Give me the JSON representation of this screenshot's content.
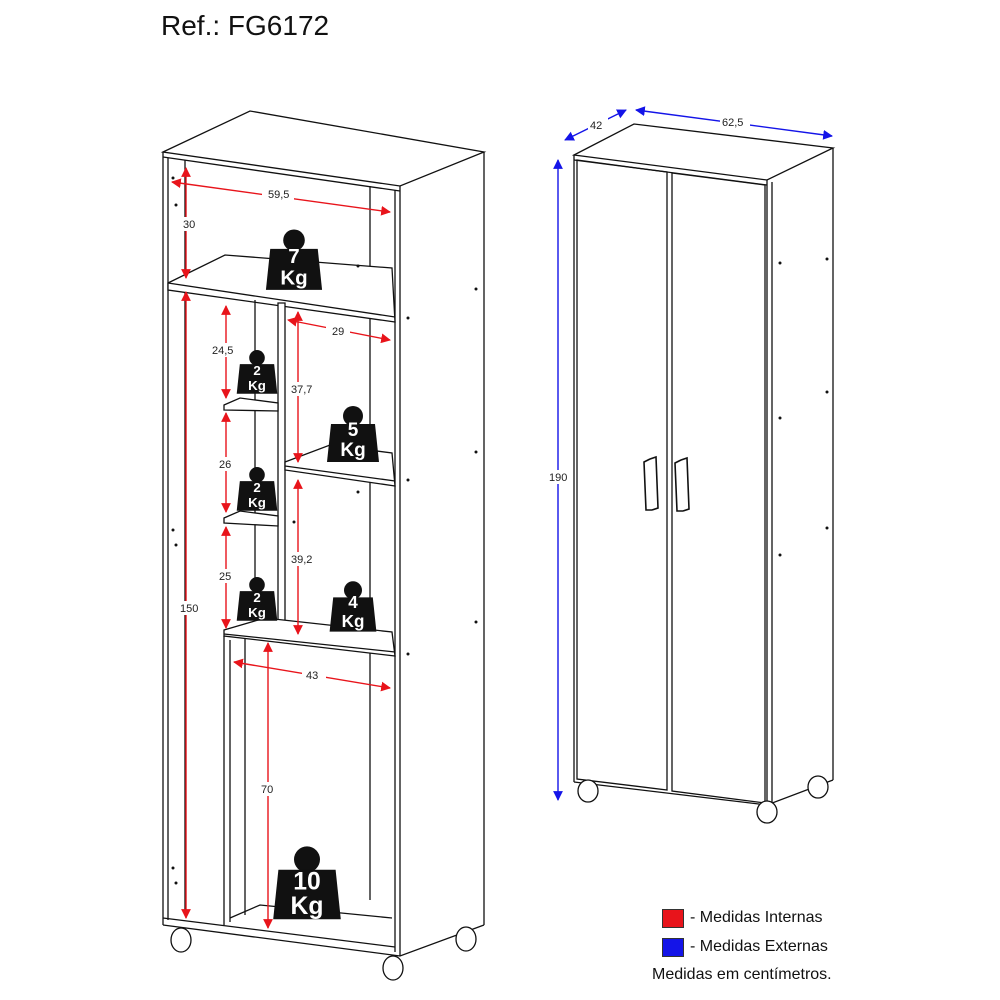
{
  "ref_title": "Ref.: FG6172",
  "colors": {
    "internal": "#e8141b",
    "external": "#1414e8",
    "line": "#111111",
    "weight_fill": "#111111"
  },
  "internal_dims": {
    "top_width": "59,5",
    "top_height": "30",
    "left_total_height": "150",
    "shelf_left_1": "24,5",
    "shelf_left_2": "26",
    "shelf_left_3": "25",
    "right_width": "29",
    "right_shelf_1": "37,7",
    "right_shelf_2": "39,2",
    "bottom_width": "43",
    "bottom_height": "70"
  },
  "external_dims": {
    "depth": "42",
    "width": "62,5",
    "height": "190"
  },
  "weights": {
    "top": {
      "num": "7",
      "unit": "Kg"
    },
    "left1": {
      "num": "2",
      "unit": "Kg"
    },
    "left2": {
      "num": "2",
      "unit": "Kg"
    },
    "left3": {
      "num": "2",
      "unit": "Kg"
    },
    "right1": {
      "num": "5",
      "unit": "Kg"
    },
    "right2": {
      "num": "4",
      "unit": "Kg"
    },
    "bottom": {
      "num": "10",
      "unit": "Kg"
    }
  },
  "legend": {
    "internal_label": "- Medidas Internas",
    "external_label": "- Medidas Externas",
    "note": "Medidas em centímetros."
  }
}
